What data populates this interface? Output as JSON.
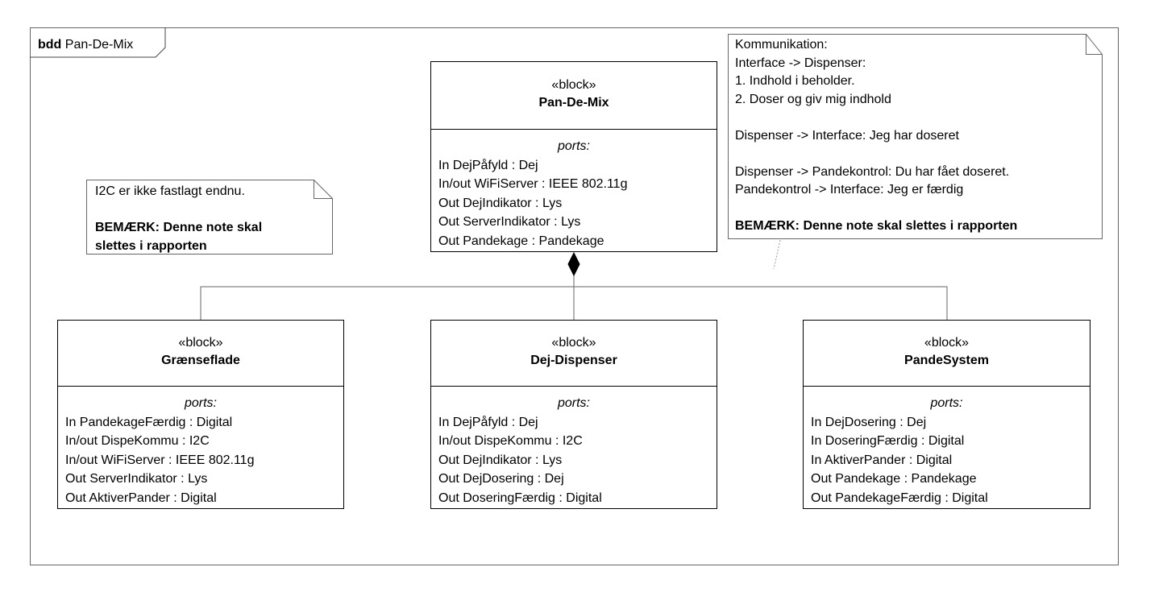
{
  "frame": {
    "keyword": "bdd",
    "name": "Pan-De-Mix"
  },
  "blocks": {
    "pan_de_mix": {
      "stereotype": "«block»",
      "name": "Pan-De-Mix",
      "ports_label": "ports:",
      "ports": [
        "In DejPåfyld : Dej",
        "In/out WiFiServer : IEEE 802.11g",
        "Out DejIndikator : Lys",
        "Out ServerIndikator : Lys",
        "Out Pandekage : Pandekage"
      ]
    },
    "graenseflade": {
      "stereotype": "«block»",
      "name": "Grænseflade",
      "ports_label": "ports:",
      "ports": [
        "In PandekageFærdig : Digital",
        "In/out DispeKommu : I2C",
        "In/out WiFiServer : IEEE 802.11g",
        "Out ServerIndikator : Lys",
        "Out AktiverPander : Digital"
      ]
    },
    "dej_dispenser": {
      "stereotype": "«block»",
      "name": "Dej-Dispenser",
      "ports_label": "ports:",
      "ports": [
        "In DejPåfyld : Dej",
        "In/out DispeKommu : I2C",
        "Out DejIndikator : Lys",
        "Out DejDosering : Dej",
        "Out DoseringFærdig : Digital"
      ]
    },
    "pandesystem": {
      "stereotype": "«block»",
      "name": "PandeSystem",
      "ports_label": "ports:",
      "ports": [
        "In DejDosering : Dej",
        "In DoseringFærdig : Digital",
        "In AktiverPander : Digital",
        "Out Pandekage : Pandekage",
        "Out PandekageFærdig : Digital"
      ]
    }
  },
  "notes": {
    "i2c": {
      "lines": [
        "I2C er ikke fastlagt endnu.",
        "",
        "BEMÆRK: Denne note skal",
        "slettes i rapporten"
      ]
    },
    "kommunikation": {
      "lines": [
        "Kommunikation:",
        "Interface -> Dispenser:",
        "1. Indhold i beholder.",
        "2. Doser og giv mig indhold",
        "",
        "Dispenser -> Interface: Jeg har doseret",
        "",
        "Dispenser -> Pandekontrol: Du har fået doseret.",
        "Pandekontrol -> Interface: Jeg er færdig",
        "",
        "BEMÆRK: Denne note skal slettes i rapporten"
      ]
    }
  },
  "colors": {
    "border": "#000000",
    "frame_border": "#666666",
    "background": "#ffffff"
  }
}
